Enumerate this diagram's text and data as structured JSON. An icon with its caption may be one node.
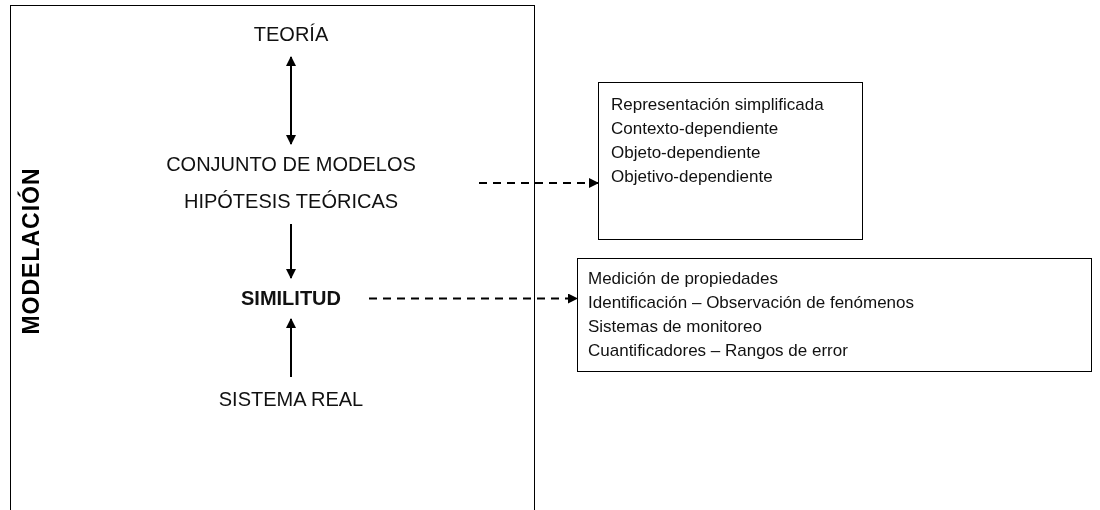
{
  "diagram": {
    "nodes": [
      {
        "text": [
          "MODELACIÓN"
        ]
      },
      {
        "text": [
          "TEORÍA"
        ],
        "in": 0
      },
      {
        "text": [
          "CONJUNTO DE MODELOS HIPÓTESIS TEÓRICAS"
        ],
        "in": 0
      },
      {
        "text": [
          "SIMILITUD"
        ],
        "in": 0
      },
      {
        "text": [
          "SISTEMA REAL"
        ],
        "in": 0
      },
      {
        "text": [
          "Representación simplificada",
          "Contexto-dependiente",
          "Objeto-dependiente",
          "Objetivo-dependiente"
        ]
      },
      {
        "text": [
          "Medición de propiedades",
          "Identificación – Observación de fenómenos",
          "Sistemas de monitoreo",
          "Cuantificadores – Rangos de error"
        ]
      }
    ],
    "edges": [
      {
        "from": 1,
        "to": 2,
        "arrow": "both"
      },
      {
        "from": 2,
        "to": 3,
        "arrow": "to"
      },
      {
        "from": 4,
        "to": 3,
        "arrow": "to"
      },
      {
        "from": 2,
        "to": 5,
        "arrow": "to",
        "style": "dashed"
      },
      {
        "from": 3,
        "to": 6,
        "arrow": "to",
        "style": "dashed"
      }
    ]
  }
}
